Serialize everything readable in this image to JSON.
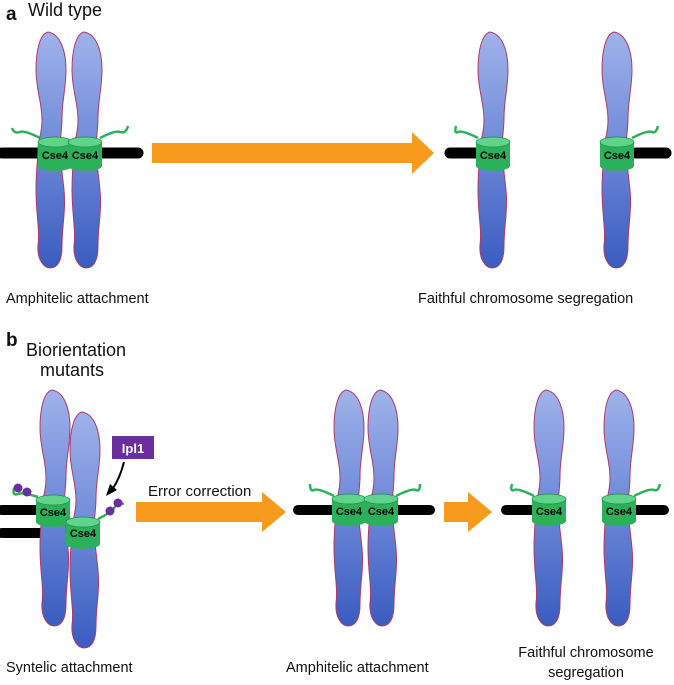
{
  "panel_a": {
    "letter": "a",
    "title": "Wild type",
    "caption_left": "Amphitelic attachment",
    "caption_right": "Faithful chromosome segregation"
  },
  "panel_b": {
    "letter": "b",
    "title_line1": "Biorientation",
    "title_line2": "mutants",
    "kinase_label": "Ipl1",
    "arrow_label": "Error correction",
    "caption_left": "Syntelic attachment",
    "caption_mid": "Amphitelic attachment",
    "caption_right_line1": "Faithful chromosome",
    "caption_right_line2": "segregation"
  },
  "kinetochore_label": "Cse4",
  "colors": {
    "chromatid_top": "#9aaee8",
    "chromatid_bottom": "#3f63c4",
    "chromatid_outline": "#b03a6a",
    "kinetochore": "#2bb15a",
    "kinetochore_top": "#5fd48a",
    "microtubule": "#000000",
    "arrow": "#f89a1c",
    "ipl1_box": "#6a2e9e",
    "phospho_dot": "#6a2e9e"
  }
}
